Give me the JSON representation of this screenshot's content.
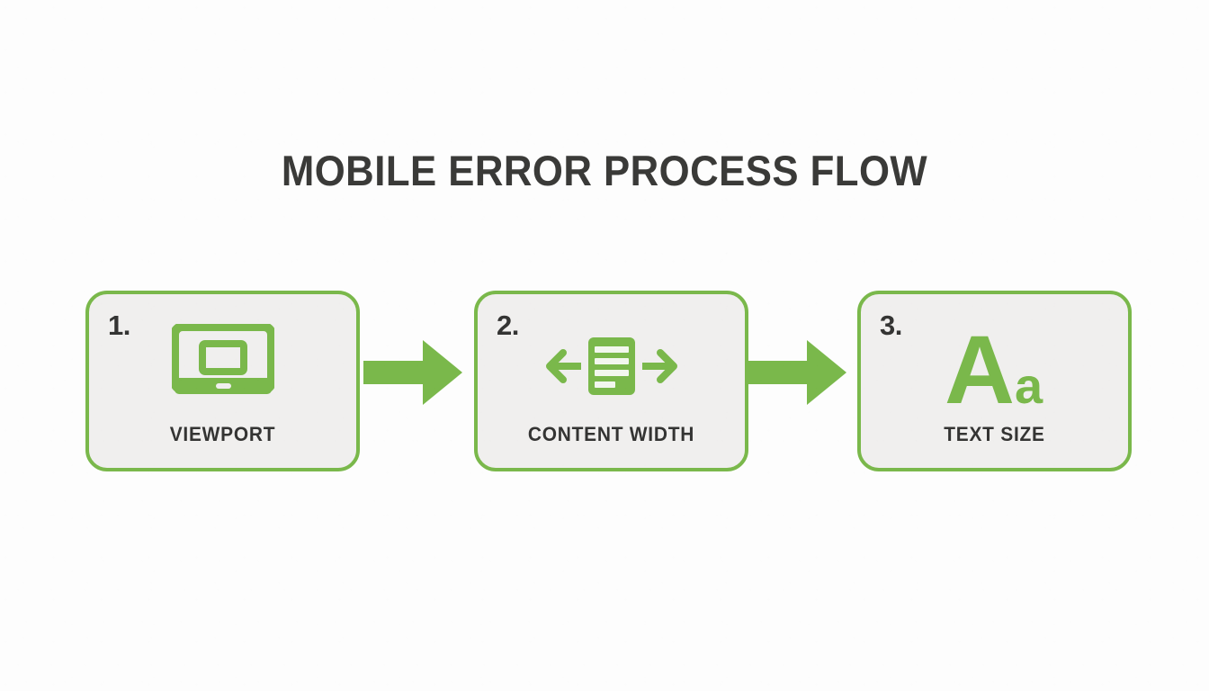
{
  "page": {
    "title": "MOBILE ERROR PROCESS FLOW",
    "background_color": "#fdfdfd"
  },
  "theme": {
    "accent_green": "#7ab84b",
    "card_fill": "#f0efee",
    "text_dark": "#343433",
    "title_color": "#3a3a38"
  },
  "flow": {
    "steps": [
      {
        "number": "1.",
        "label": "VIEWPORT",
        "icon": "monitor-screen-icon"
      },
      {
        "number": "2.",
        "label": "CONTENT WIDTH",
        "icon": "content-width-arrows-icon"
      },
      {
        "number": "3.",
        "label": "TEXT SIZE",
        "icon": "text-size-aa-icon",
        "icon_glyph_large": "A",
        "icon_glyph_small": "a"
      }
    ],
    "connectors": [
      {
        "icon": "right-arrow-icon",
        "direction": "right"
      },
      {
        "icon": "right-arrow-icon",
        "direction": "right"
      }
    ]
  }
}
